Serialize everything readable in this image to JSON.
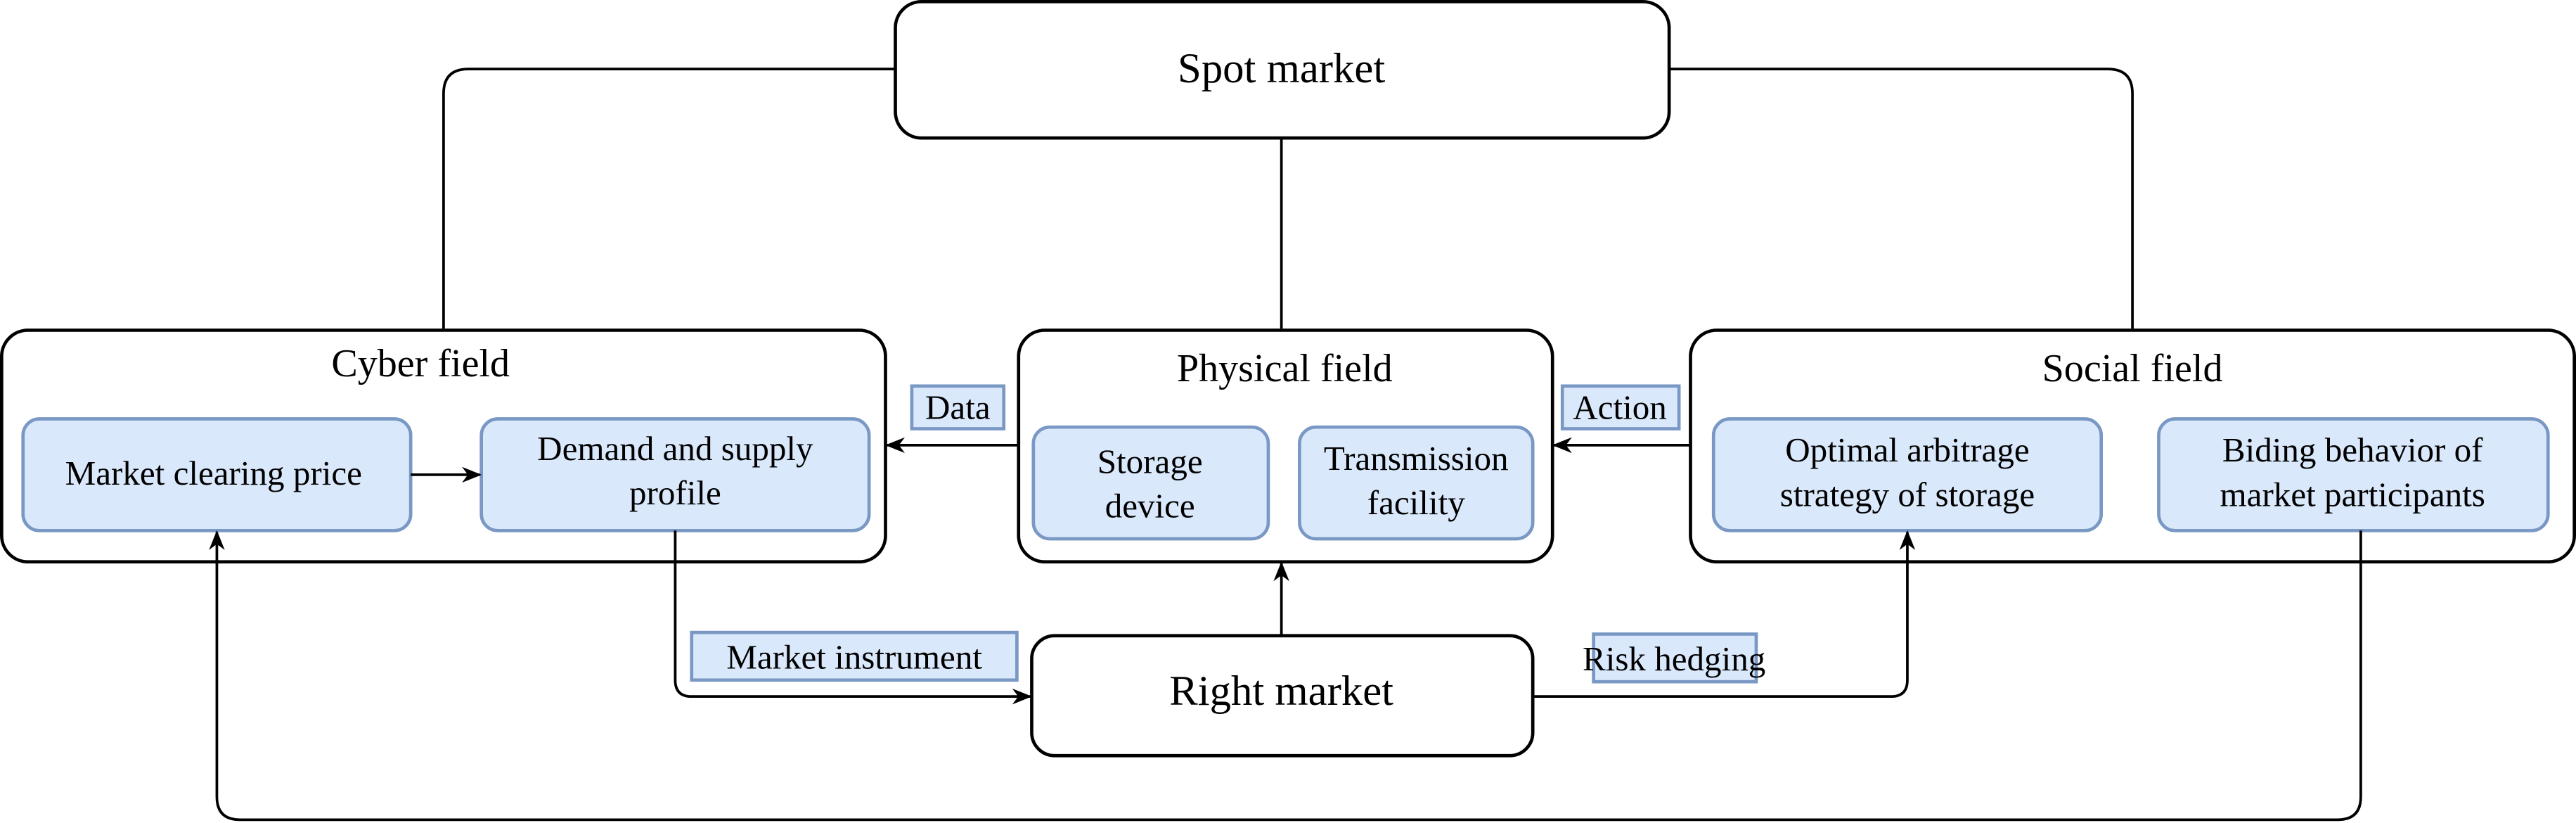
{
  "spot_market": {
    "label": "Spot market"
  },
  "right_market": {
    "label": "Right market"
  },
  "fields": {
    "cyber": {
      "title": "Cyber field",
      "items": [
        {
          "lines": [
            "Market clearing price"
          ]
        },
        {
          "lines": [
            "Demand and supply",
            "profile"
          ]
        }
      ]
    },
    "physical": {
      "title": "Physical field",
      "items": [
        {
          "lines": [
            "Storage",
            "device"
          ]
        },
        {
          "lines": [
            "Transmission",
            "facility"
          ]
        }
      ]
    },
    "social": {
      "title": "Social field",
      "items": [
        {
          "lines": [
            "Optimal arbitrage",
            "strategy of storage"
          ]
        },
        {
          "lines": [
            "Biding behavior of",
            "market participants"
          ]
        }
      ]
    }
  },
  "edge_labels": {
    "data": "Data",
    "action": "Action",
    "market_instrument": "Market instrument",
    "risk_hedging": "Risk hedging"
  },
  "colors": {
    "inner_fill": "#dae8fb",
    "inner_stroke": "#7a98c4",
    "outline": "#000000"
  }
}
